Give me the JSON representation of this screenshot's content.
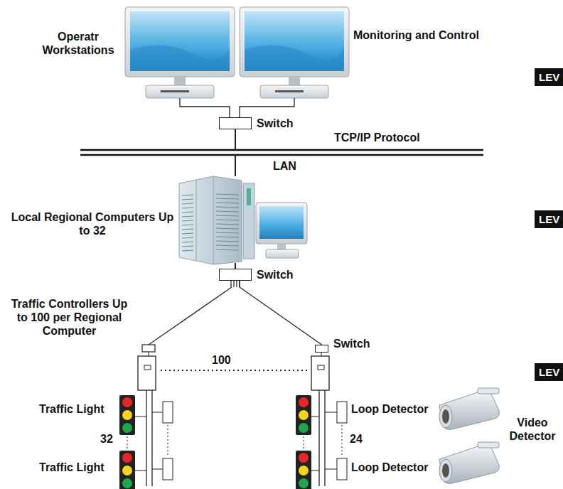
{
  "diagram": {
    "nodes": [
      {
        "text": [
          "Switch"
        ]
      },
      {
        "text": [
          "Switch"
        ]
      },
      {
        "text": [
          "Switch"
        ]
      },
      {
        "text": [
          "LEV"
        ]
      },
      {
        "text": [
          "LEV"
        ]
      },
      {
        "text": [
          "LEV"
        ]
      }
    ],
    "edges": [
      {
        "from": 1,
        "to": 2,
        "arrow": "none"
      }
    ],
    "labels": [
      "Operatr Workstations",
      "Monitoring and Control",
      "TCP/IP Protocol",
      "LAN",
      "Local Regional Computers Up to 32",
      "Traffic Controllers Up to 100 per Regional Computer",
      "100",
      "Traffic Light",
      "32",
      "Traffic Light",
      "Loop Detector",
      "24",
      "Loop Detector",
      "Video Detector"
    ]
  }
}
